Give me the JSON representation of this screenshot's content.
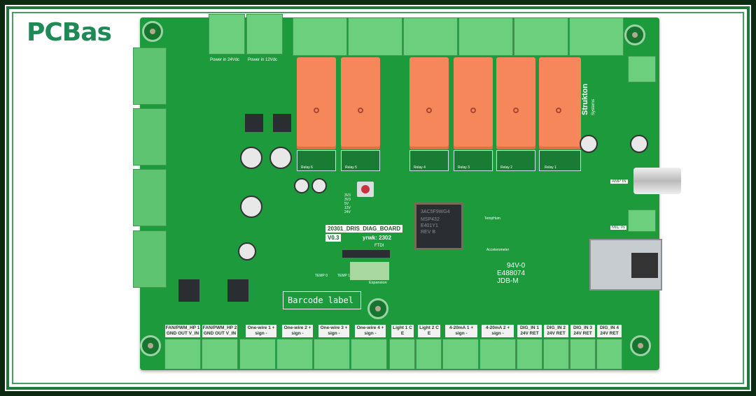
{
  "logo": "PCBas",
  "board": {
    "name": "20301_DRIS_DIAG_BOARD",
    "version": "V0.3",
    "date_code": "yrwk: 2302",
    "barcode": "Barcode label",
    "ftdi": "FTDI",
    "expansion": "Expansion",
    "brand": "Strukton",
    "brand_sub": "Systems",
    "chip_text": [
      "3AC5F9WG4",
      "MSP432",
      "E401Y1",
      "REV B"
    ],
    "rating": [
      "94V-0",
      "E488074",
      "JDB-M"
    ],
    "accelerometer": "Accelerometer",
    "temp_hum": "TempHum",
    "temps": [
      "TEMP 0",
      "TEMP 1"
    ],
    "voltages": [
      "3V3",
      "3V3",
      "5V",
      "12V",
      "24V"
    ],
    "power_labels": [
      "Power in 24Vdc",
      "Power in 12Vdc"
    ],
    "side_labels": [
      "AMP IN",
      "MIC IN"
    ],
    "relays": [
      "Relay 6",
      "Relay 5",
      "Relay 4",
      "Relay 3",
      "Relay 2",
      "Relay 1"
    ],
    "bottom_labels": [
      "FAN/PWM_HP 1 GND OUT V_IN",
      "FAN/PWM_HP 2 GND OUT V_IN",
      "One-wire 1 + sign -",
      "One-wire 2 + sign -",
      "One-wire 3 + sign -",
      "One-wire 4 + sign -",
      "Light 1 C E",
      "Light 2 C E",
      "4-20mA 1 + sign -",
      "4-20mA 2 + sign -",
      "DIG_IN 1 24V RET",
      "DIG_IN 2 24V RET",
      "DIG_IN 3 24V RET",
      "DIG_IN 4 24V RET"
    ]
  },
  "colors": {
    "pcb": "#1c9a3c",
    "connector": "#6ccf7e",
    "relay": "#f5875a",
    "logo": "#1f8a55"
  }
}
